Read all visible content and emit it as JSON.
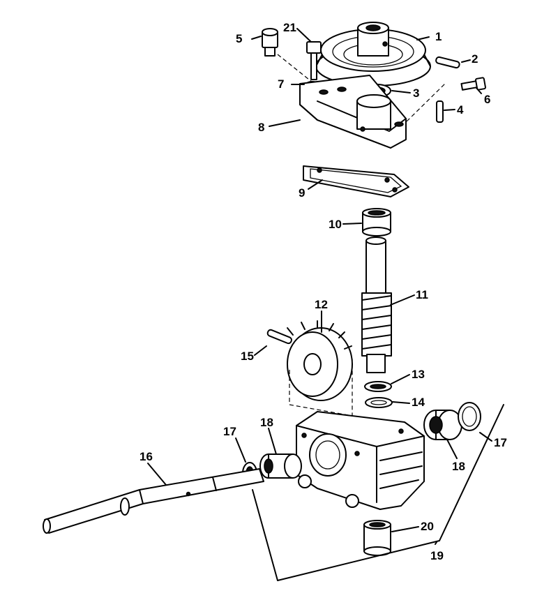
{
  "diagram": {
    "callouts": [
      {
        "id": "c1",
        "text": "1"
      },
      {
        "id": "c2",
        "text": "2"
      },
      {
        "id": "c3",
        "text": "3"
      },
      {
        "id": "c4",
        "text": "4"
      },
      {
        "id": "c5",
        "text": "5"
      },
      {
        "id": "c6",
        "text": "6"
      },
      {
        "id": "c7",
        "text": "7"
      },
      {
        "id": "c8",
        "text": "8"
      },
      {
        "id": "c9",
        "text": "9"
      },
      {
        "id": "c10",
        "text": "10"
      },
      {
        "id": "c11",
        "text": "11"
      },
      {
        "id": "c12",
        "text": "12"
      },
      {
        "id": "c13",
        "text": "13"
      },
      {
        "id": "c14",
        "text": "14"
      },
      {
        "id": "c15",
        "text": "15"
      },
      {
        "id": "c16",
        "text": "16"
      },
      {
        "id": "c17a",
        "text": "17"
      },
      {
        "id": "c17b",
        "text": "17"
      },
      {
        "id": "c18a",
        "text": "18"
      },
      {
        "id": "c18b",
        "text": "18"
      },
      {
        "id": "c19",
        "text": "19"
      },
      {
        "id": "c20",
        "text": "20"
      },
      {
        "id": "c21",
        "text": "21"
      }
    ]
  }
}
